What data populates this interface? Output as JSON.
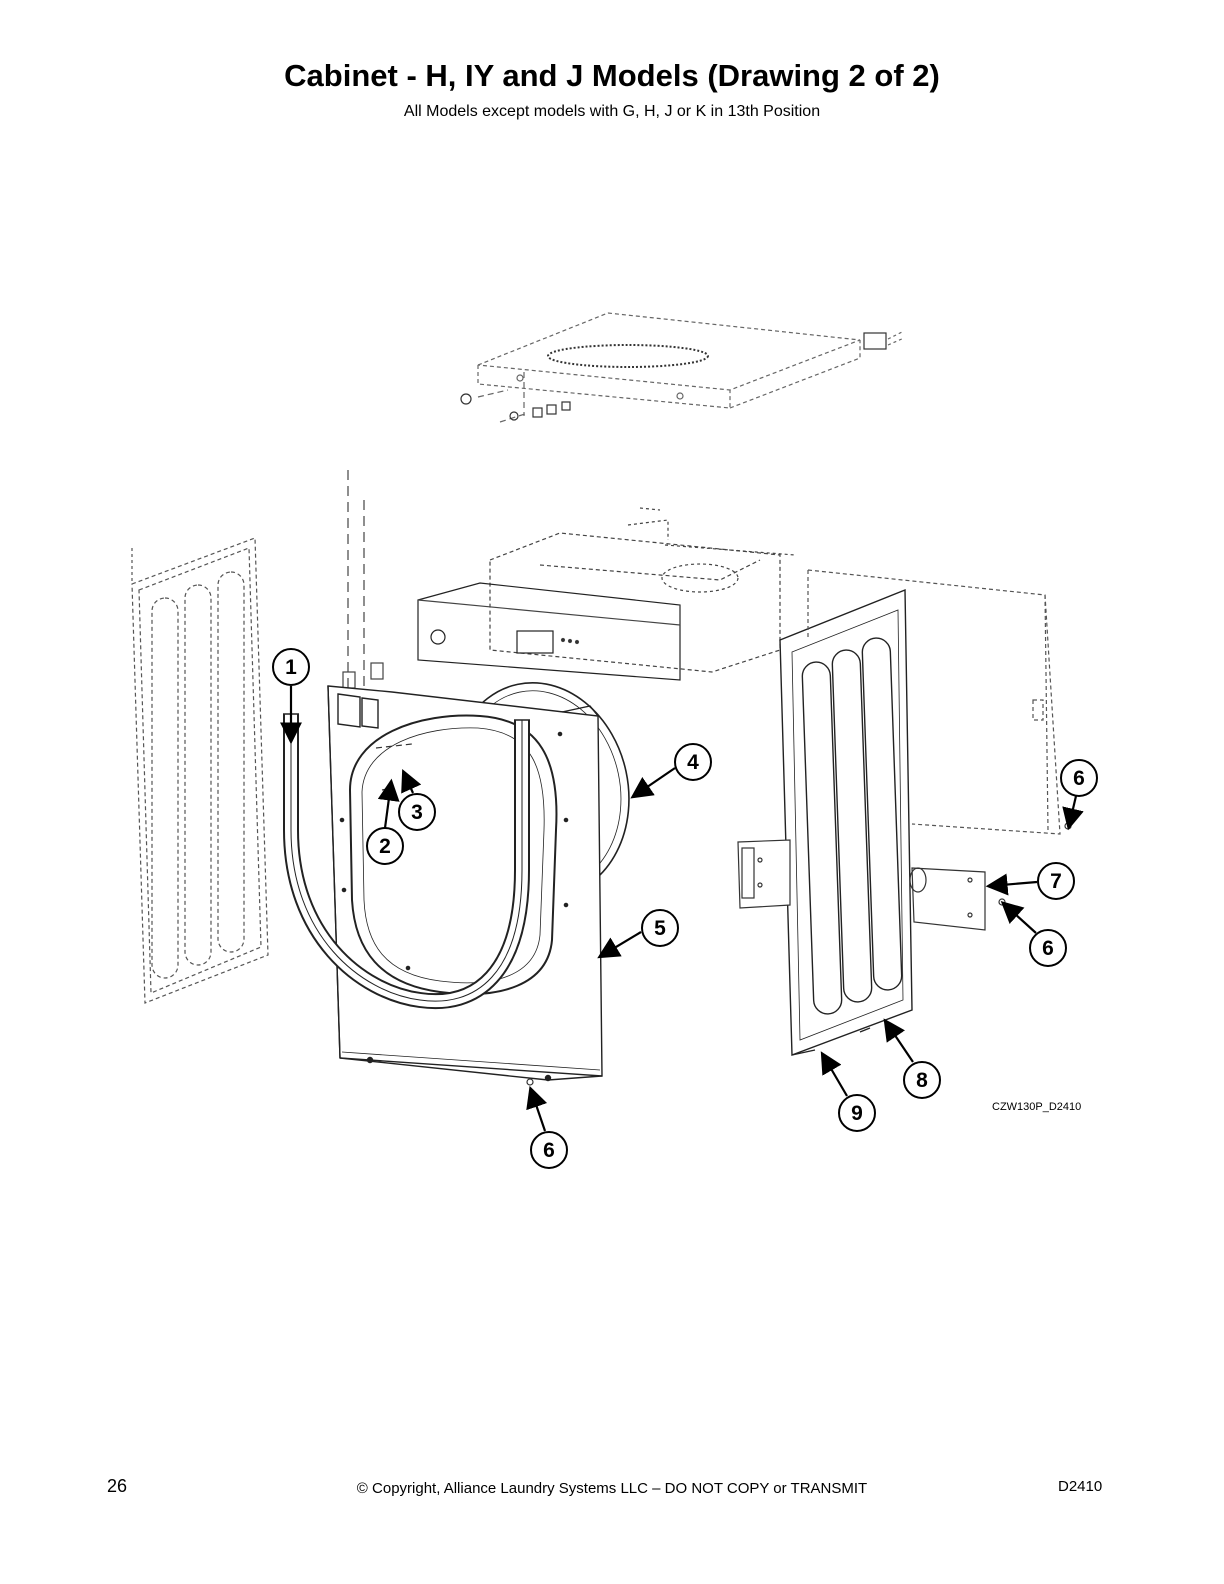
{
  "header": {
    "title": "Cabinet - H, IY and J Models (Drawing 2 of 2)",
    "subtitle": "All Models except models with G, H, J or K in 13th Position"
  },
  "diagram": {
    "drawing_id": "CZW130P_D2410",
    "callouts": [
      "1",
      "2",
      "3",
      "4",
      "5",
      "6",
      "6",
      "6",
      "6",
      "7",
      "8",
      "9"
    ]
  },
  "footer": {
    "page_number": "26",
    "copyright": "© Copyright, Alliance Laundry Systems LLC – DO NOT COPY or TRANSMIT",
    "doc_code": "D2410"
  }
}
